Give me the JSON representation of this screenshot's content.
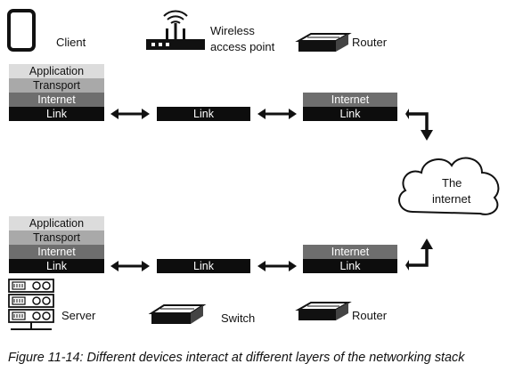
{
  "devices": {
    "client": "Client",
    "wireless_ap": [
      "Wireless",
      "access point"
    ],
    "router_top": "Router",
    "server": "Server",
    "switch": "Switch",
    "router_bottom": "Router"
  },
  "layers": {
    "application": "Application",
    "transport": "Transport",
    "internet": "Internet",
    "link": "Link"
  },
  "cloud": [
    "The",
    "internet"
  ],
  "caption": "Figure 11-14: Different devices interact at different layers of the networking stack",
  "colors": {
    "application": "#dcdcdc",
    "transport": "#a9a9a9",
    "internet": "#6e6e6e",
    "link": "#0d0d0d"
  }
}
